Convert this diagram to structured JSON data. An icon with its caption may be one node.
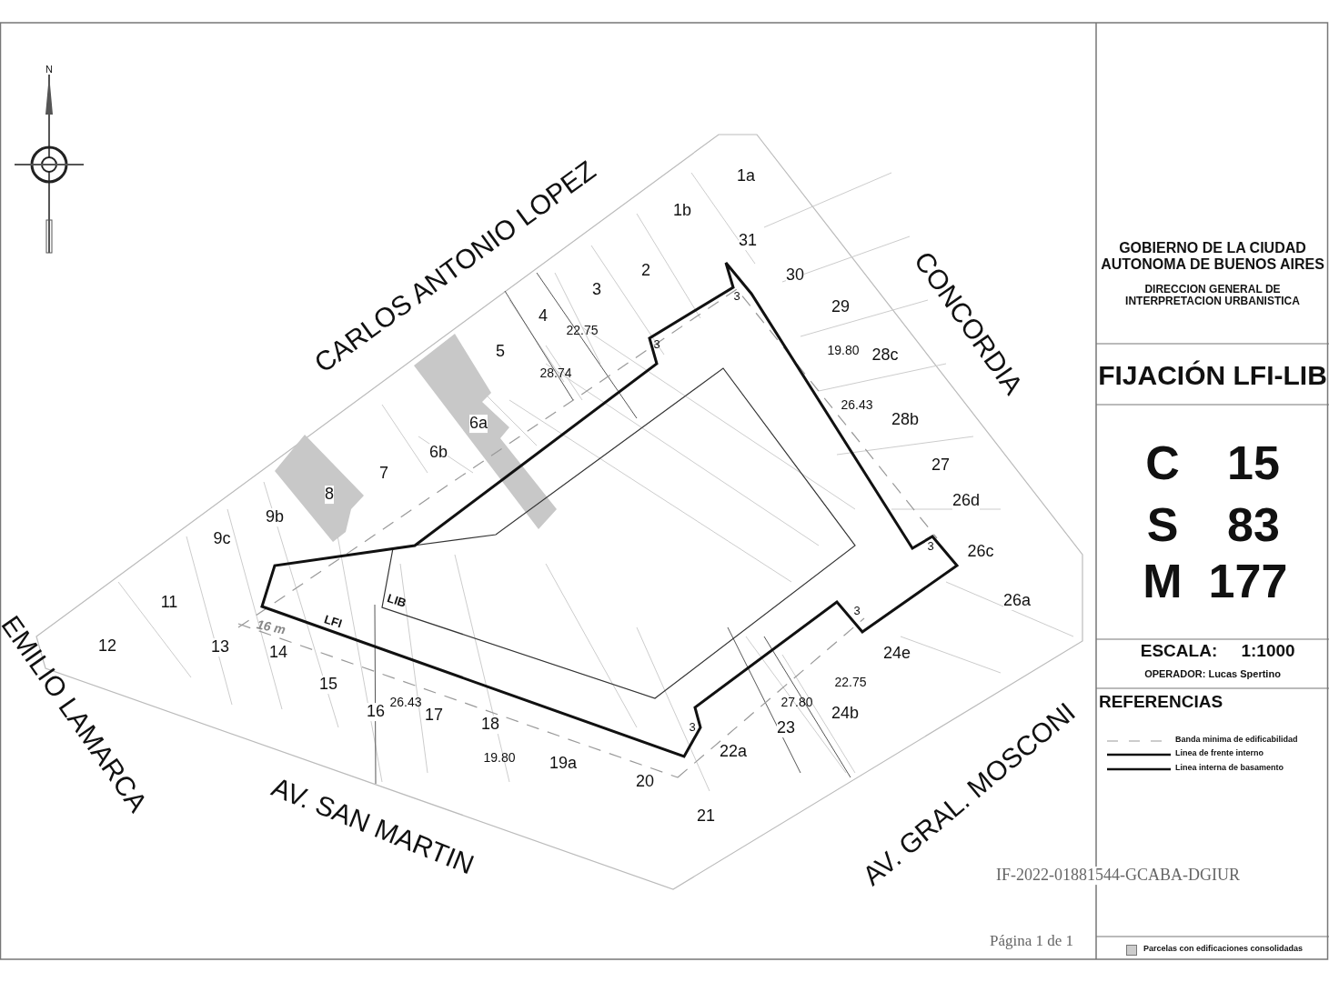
{
  "diagram": {
    "title": "FIJACIÓN LFI-LIB",
    "labels": [
      "N",
      "CARLOS ANTONIO LOPEZ",
      "1a",
      "1b",
      "31",
      "2",
      "3",
      "4",
      "30",
      "CONCORDIA",
      "29",
      "22.75",
      "3",
      "3",
      "5",
      "28.74",
      "19.80",
      "28c",
      "26.43",
      "6a",
      "28b",
      "7",
      "6b",
      "27",
      "8",
      "26d",
      "9b",
      "9c",
      "3",
      "26c",
      "11",
      "LIB",
      "26a",
      "3",
      "EMILIO LAMARCA",
      "16 m",
      "LFI",
      "12",
      "13",
      "14",
      "24e",
      "15",
      "22.75",
      "26.43",
      "16",
      "17",
      "27.80",
      "18",
      "24b",
      "23",
      "3",
      "22a",
      "19.80",
      "19a",
      "20",
      "21",
      "AV. SAN MARTIN",
      "AV. GRAL. MOSCONI",
      "IF-2022-01881544-GCABA-DGIUR",
      "Página 1 de 1",
      "GOBIERNO DE LA CIUDAD AUTONOMA DE BUENOS AIRES",
      "DIRECCION GENERAL DE INTERPRETACION URBANISTICA",
      "C",
      "15",
      "S",
      "83",
      "M",
      "177",
      "ESCALA:",
      "1:1000",
      "OPERADOR: Lucas Spertino",
      "REFERENCIAS"
    ],
    "legend": [
      {
        "text": "Banda minima de edificabilidad"
      },
      {
        "text": "Linea de frente interno"
      },
      {
        "text": "Linea interna de basamento"
      },
      {
        "text": "Parcelas con edificaciones consolidadas",
        "color": "#cccccc"
      }
    ]
  }
}
